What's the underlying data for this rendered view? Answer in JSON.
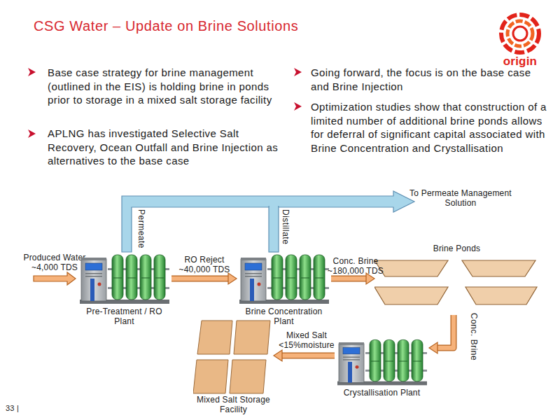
{
  "diagram": {
    "title": "CSG Water – Update on Brine Solutions",
    "nodes": [
      {
        "text": [
          "Pre-Treatment / RO Plant"
        ]
      },
      {
        "text": [
          "Brine Concentration Plant"
        ]
      },
      {
        "text": [
          "Brine Ponds"
        ]
      },
      {
        "text": [
          "Crystallisation Plant"
        ]
      },
      {
        "text": [
          "Mixed Salt Storage Facility"
        ]
      }
    ],
    "edges": [
      {
        "from": 0,
        "to": 1,
        "arrow": "to",
        "label": "RO Reject ~40,000 TDS"
      },
      {
        "from": 1,
        "to": 2,
        "arrow": "to",
        "label": "Conc. Brine ~180,000 TDS"
      },
      {
        "from": 2,
        "to": 3,
        "arrow": "to",
        "label": "Conc. Brine"
      },
      {
        "from": 3,
        "to": 4,
        "arrow": "to",
        "label": "Mixed Salt <15%moisture"
      }
    ],
    "labels": [
      "Base case strategy for brine management (outlined in the EIS) is holding brine in ponds prior to storage in a mixed salt storage facility",
      "APLNG has investigated Selective Salt Recovery, Ocean Outfall and Brine Injection as alternatives to the base case",
      "Going forward, the focus is on the base case and Brine Injection",
      "Optimization studies show that construction of a limited number of additional brine ponds allows for deferral of significant capital associated with Brine Concentration and Crystallisation",
      "Produced Water ~4,000 TDS",
      "Permeate",
      "Distillate",
      "To Permeate Management Solution",
      "origin",
      "33 |"
    ]
  }
}
